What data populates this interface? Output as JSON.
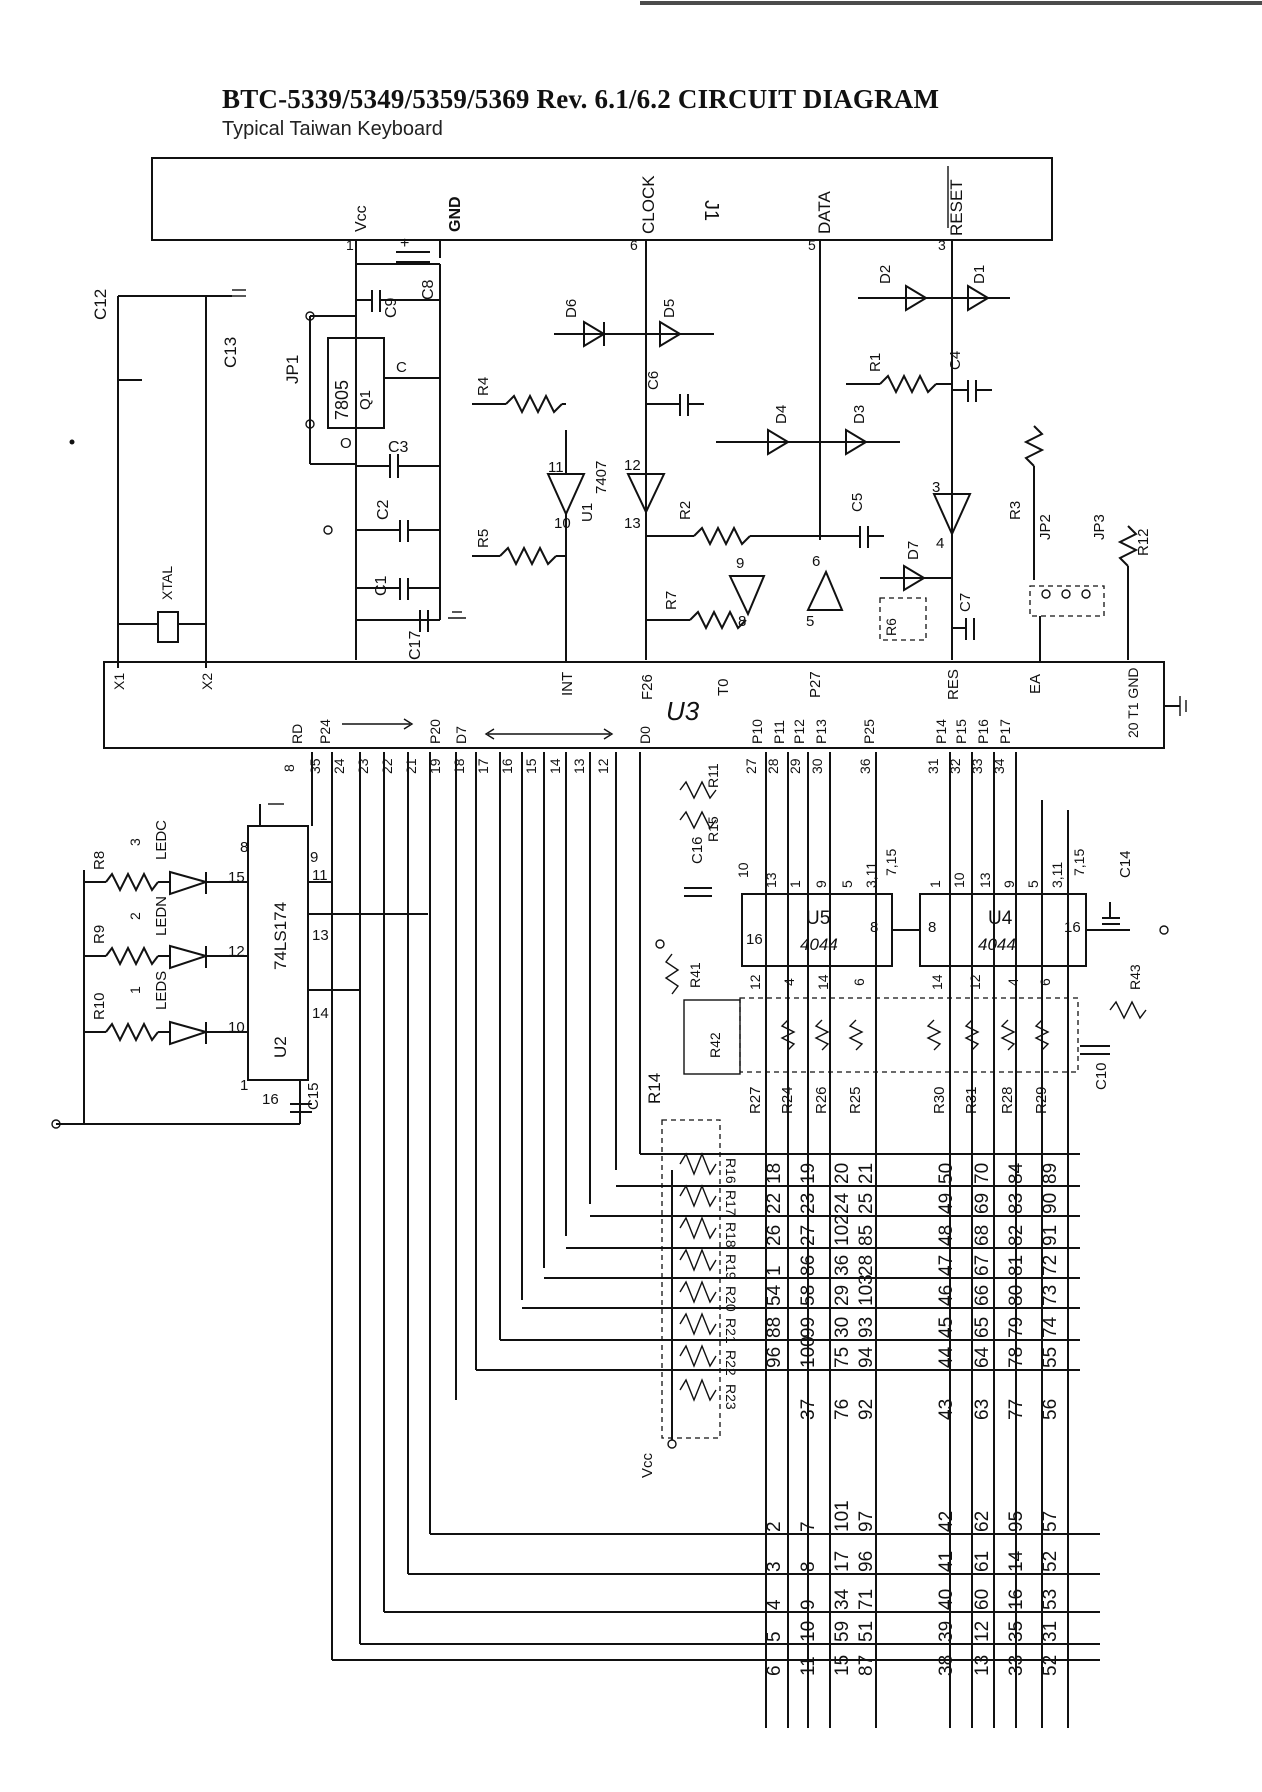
{
  "title": "BTC-5339/5349/5359/5369  Rev. 6.1/6.2  CIRCUIT  DIAGRAM",
  "subtitle": "Typical Taiwan Keyboard",
  "connector": {
    "ref": "J1",
    "pins": [
      {
        "num": "1",
        "name": "Vcc"
      },
      {
        "num": "",
        "name": "GND"
      },
      {
        "num": "6",
        "name": "CLOCK"
      },
      {
        "num": "5",
        "name": "DATA"
      },
      {
        "num": "3",
        "name": "RESET"
      }
    ]
  },
  "chips": {
    "u3": {
      "ref": "U3",
      "pins_top": [
        "X1",
        "X2",
        "INT",
        "F26",
        "T0",
        "P27",
        "RES",
        "EA"
      ],
      "gnd": "20 T1 GND"
    },
    "u2": {
      "ref": "U2",
      "part": "74LS174"
    },
    "u4": {
      "ref": "U4",
      "part": "4044"
    },
    "u5": {
      "ref": "U5",
      "part": "4044"
    },
    "u1": {
      "ref": "U1",
      "part": "7407"
    },
    "q1": {
      "ref": "Q1",
      "part": "7805"
    }
  },
  "labels": {
    "jp1": "JP1",
    "jp2": "JP2",
    "jp3": "JP3",
    "xtal": "XTAL",
    "vcc_bottom": "Vcc",
    "leds": [
      "LEDC",
      "LEDN",
      "LEDS"
    ],
    "port_labels": [
      "RD",
      "P24",
      "P20",
      "D7",
      "D0",
      "P10",
      "P11",
      "P12",
      "P13",
      "P25",
      "P14",
      "P15",
      "P16",
      "P17"
    ]
  },
  "components": {
    "capacitors": [
      "C1",
      "C2",
      "C3",
      "C4",
      "C5",
      "C6",
      "C7",
      "C8",
      "C9",
      "C10",
      "C12",
      "C13",
      "C14",
      "C15",
      "C16",
      "C17"
    ],
    "diodes": [
      "D1",
      "D2",
      "D3",
      "D4",
      "D5",
      "D6",
      "D7"
    ],
    "resistors_top": [
      "R1",
      "R2",
      "R3",
      "R4",
      "R5",
      "R6",
      "R7",
      "R12",
      "R41",
      "R42",
      "R43",
      "R14"
    ],
    "resistors_col": [
      "R27",
      "R24",
      "R26",
      "R25",
      "R30",
      "R31",
      "R28",
      "R29"
    ],
    "resistors_row": [
      "R16",
      "R17",
      "R18",
      "R19",
      "R20",
      "R21",
      "R22",
      "R23"
    ],
    "resistors_led": [
      "R8",
      "R9",
      "R10",
      "R11",
      "R15"
    ]
  },
  "pin_numbers": {
    "u3_bottom": [
      "8",
      "35",
      "24",
      "23",
      "22",
      "21",
      "19",
      "18",
      "17",
      "16",
      "15",
      "14",
      "13",
      "12",
      "27",
      "28",
      "29",
      "30",
      "36",
      "31",
      "32",
      "33",
      "34"
    ],
    "u5_top": [
      "10",
      "13",
      "1",
      "9",
      "5",
      "3,11",
      "7,15"
    ],
    "u5_bottom": [
      "12",
      "4",
      "14",
      "6"
    ],
    "u4_top": [
      "1",
      "10",
      "13",
      "9",
      "5",
      "3,11",
      "7,15"
    ],
    "u4_bottom": [
      "14",
      "12",
      "4",
      "6"
    ]
  },
  "key_matrix": {
    "row_values_upper": [
      [
        "18",
        "19",
        "20",
        "21",
        "50",
        "70",
        "84",
        "89"
      ],
      [
        "22",
        "23",
        "24",
        "25",
        "49",
        "69",
        "83",
        "90"
      ],
      [
        "26",
        "27",
        "102",
        "85",
        "48",
        "68",
        "82",
        "91"
      ],
      [
        "1",
        "86",
        "36",
        "28",
        "47",
        "67",
        "81",
        "72"
      ],
      [
        "54",
        "58",
        "29",
        "103",
        "46",
        "66",
        "80",
        "73"
      ],
      [
        "88",
        "99",
        "30",
        "93",
        "45",
        "65",
        "79",
        "74"
      ],
      [
        "96",
        "100",
        "75",
        "94",
        "44",
        "64",
        "78",
        "55"
      ],
      [
        "",
        "37",
        "76",
        "92",
        "43",
        "63",
        "77",
        "56"
      ]
    ],
    "row_values_lower": [
      [
        "2",
        "7",
        "101",
        "97",
        "42",
        "62",
        "95",
        "57"
      ],
      [
        "3",
        "8",
        "17",
        "96",
        "41",
        "61",
        "14",
        "52"
      ],
      [
        "4",
        "9",
        "34",
        "71",
        "40",
        "60",
        "16",
        "53"
      ],
      [
        "5",
        "10",
        "59",
        "51",
        "39",
        "12",
        "35",
        "31"
      ],
      [
        "6",
        "11",
        "15",
        "87",
        "38",
        "13",
        "33",
        "52"
      ]
    ]
  }
}
